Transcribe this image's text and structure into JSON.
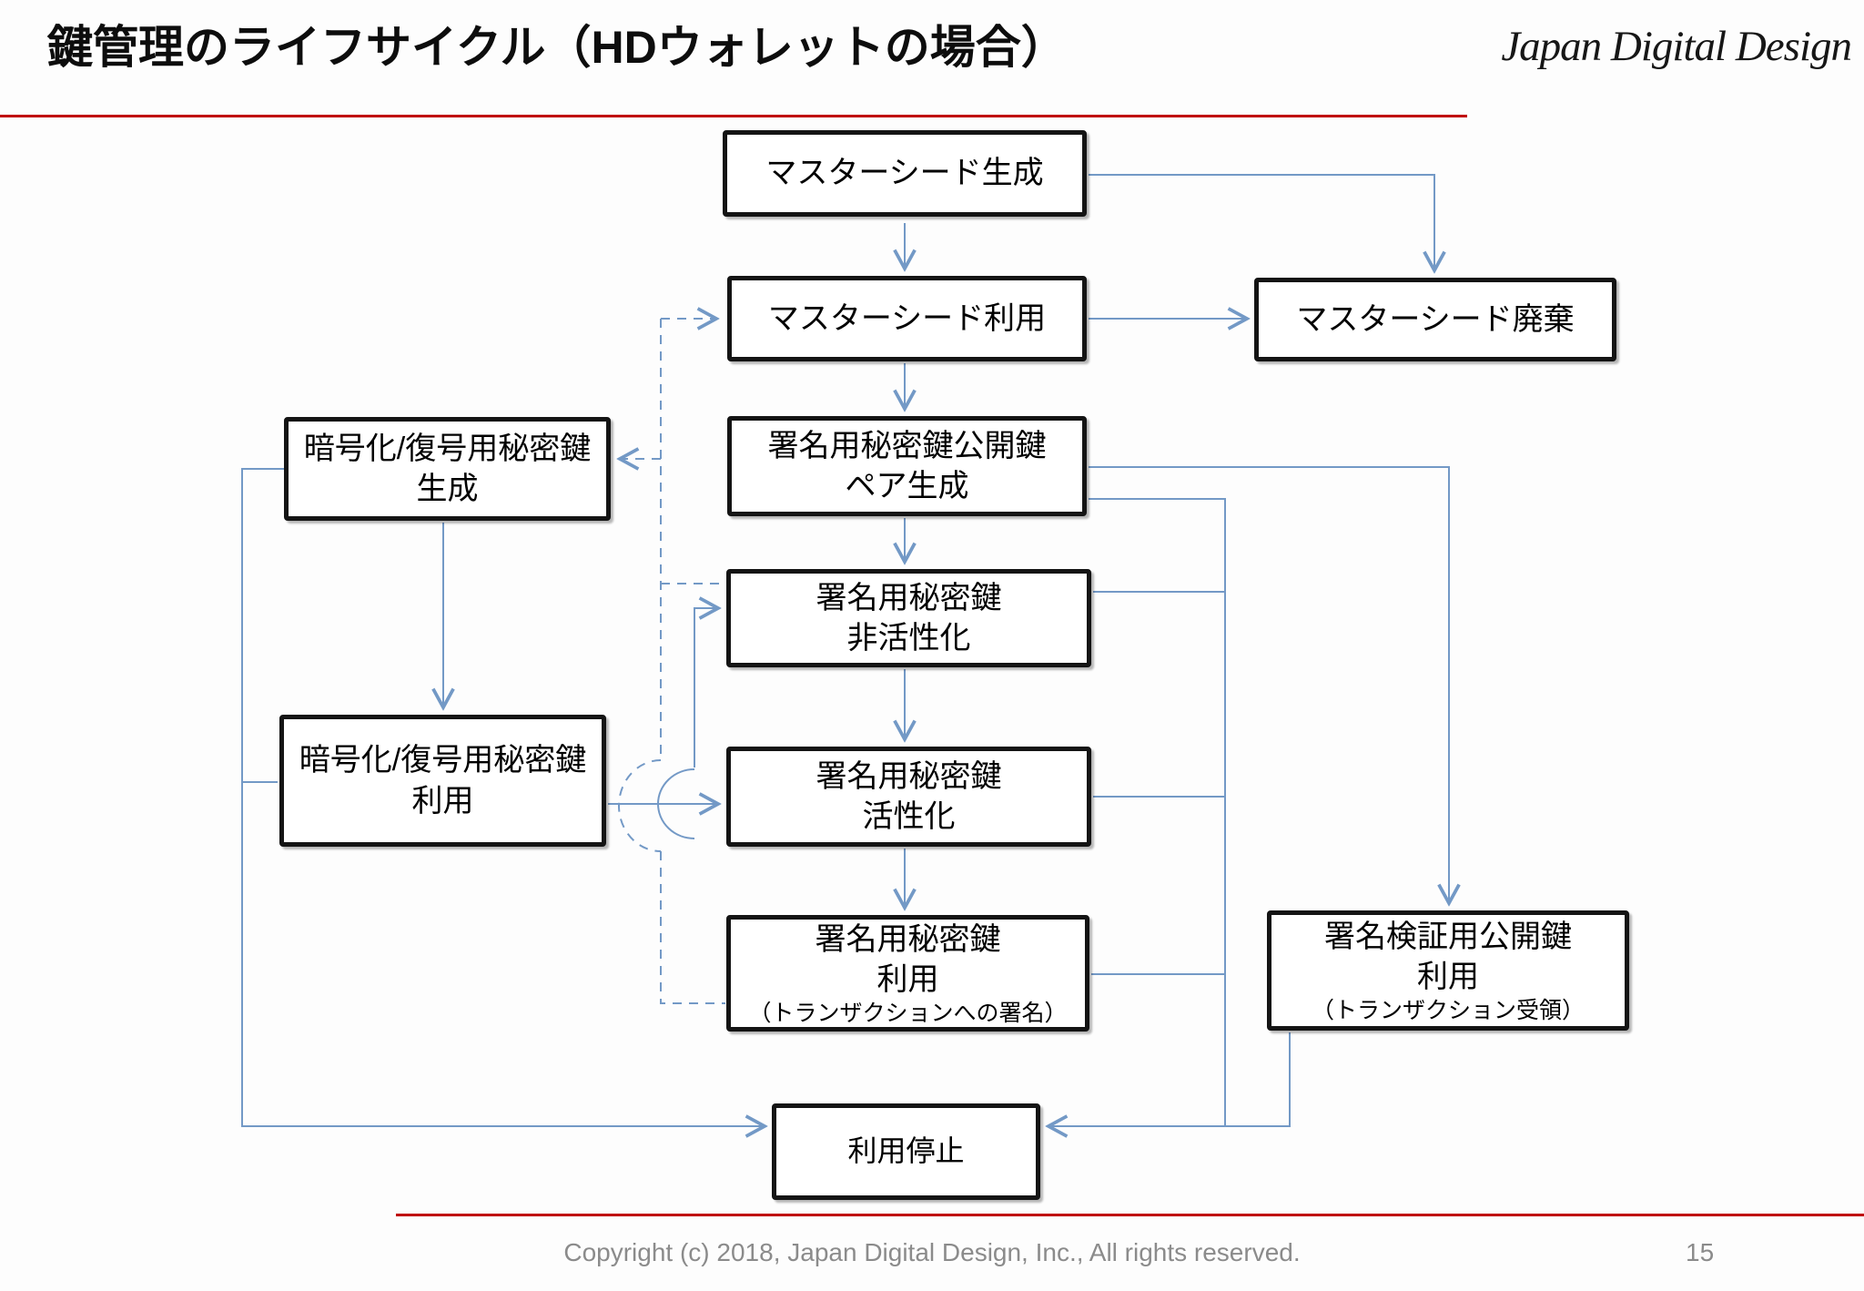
{
  "slide": {
    "title": "鍵管理のライフサイクル（HDウォレットの場合）",
    "logo_text": "Japan Digital Design",
    "footer": {
      "copyright": "Copyright (c) 2018, Japan Digital Design, Inc., All rights reserved.",
      "page_number": "15"
    },
    "colors": {
      "accent_red": "#c00000",
      "connector_blue": "#7399c6",
      "box_border": "#141414",
      "footer_gray": "#8b8b8b"
    }
  },
  "diagram": {
    "line_color": "#7399c6",
    "boxes": {
      "master_seed_generation": {
        "line1": "マスターシード生成"
      },
      "master_seed_use": {
        "line1": "マスターシード利用"
      },
      "master_seed_disposal": {
        "line1": "マスターシード廃棄"
      },
      "signing_keypair_generation": {
        "line1": "署名用秘密鍵公開鍵",
        "line2": "ペア生成"
      },
      "enc_dec_key_generation": {
        "line1": "暗号化/復号用秘密鍵",
        "line2": "生成"
      },
      "signing_key_deactivation": {
        "line1": "署名用秘密鍵",
        "line2": "非活性化"
      },
      "enc_dec_key_use": {
        "line1": "暗号化/復号用秘密鍵",
        "line2": "利用"
      },
      "signing_key_activation": {
        "line1": "署名用秘密鍵",
        "line2": "活性化"
      },
      "signing_key_use": {
        "line1": "署名用秘密鍵",
        "line2": "利用",
        "note": "（トランザクションへの署名）"
      },
      "verification_key_use": {
        "line1": "署名検証用公開鍵",
        "line2": "利用",
        "note": "（トランザクション受領）"
      },
      "use_stop": {
        "line1": "利用停止"
      }
    }
  }
}
